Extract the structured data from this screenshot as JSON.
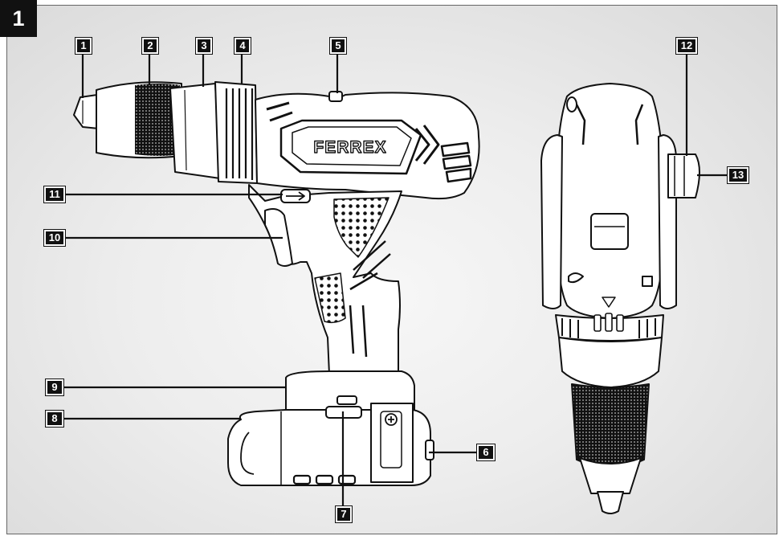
{
  "figure": {
    "number": "1",
    "brand_logo": "FERREX"
  },
  "callouts": [
    "1",
    "2",
    "3",
    "4",
    "5",
    "6",
    "7",
    "8",
    "9",
    "10",
    "11",
    "12",
    "13"
  ]
}
